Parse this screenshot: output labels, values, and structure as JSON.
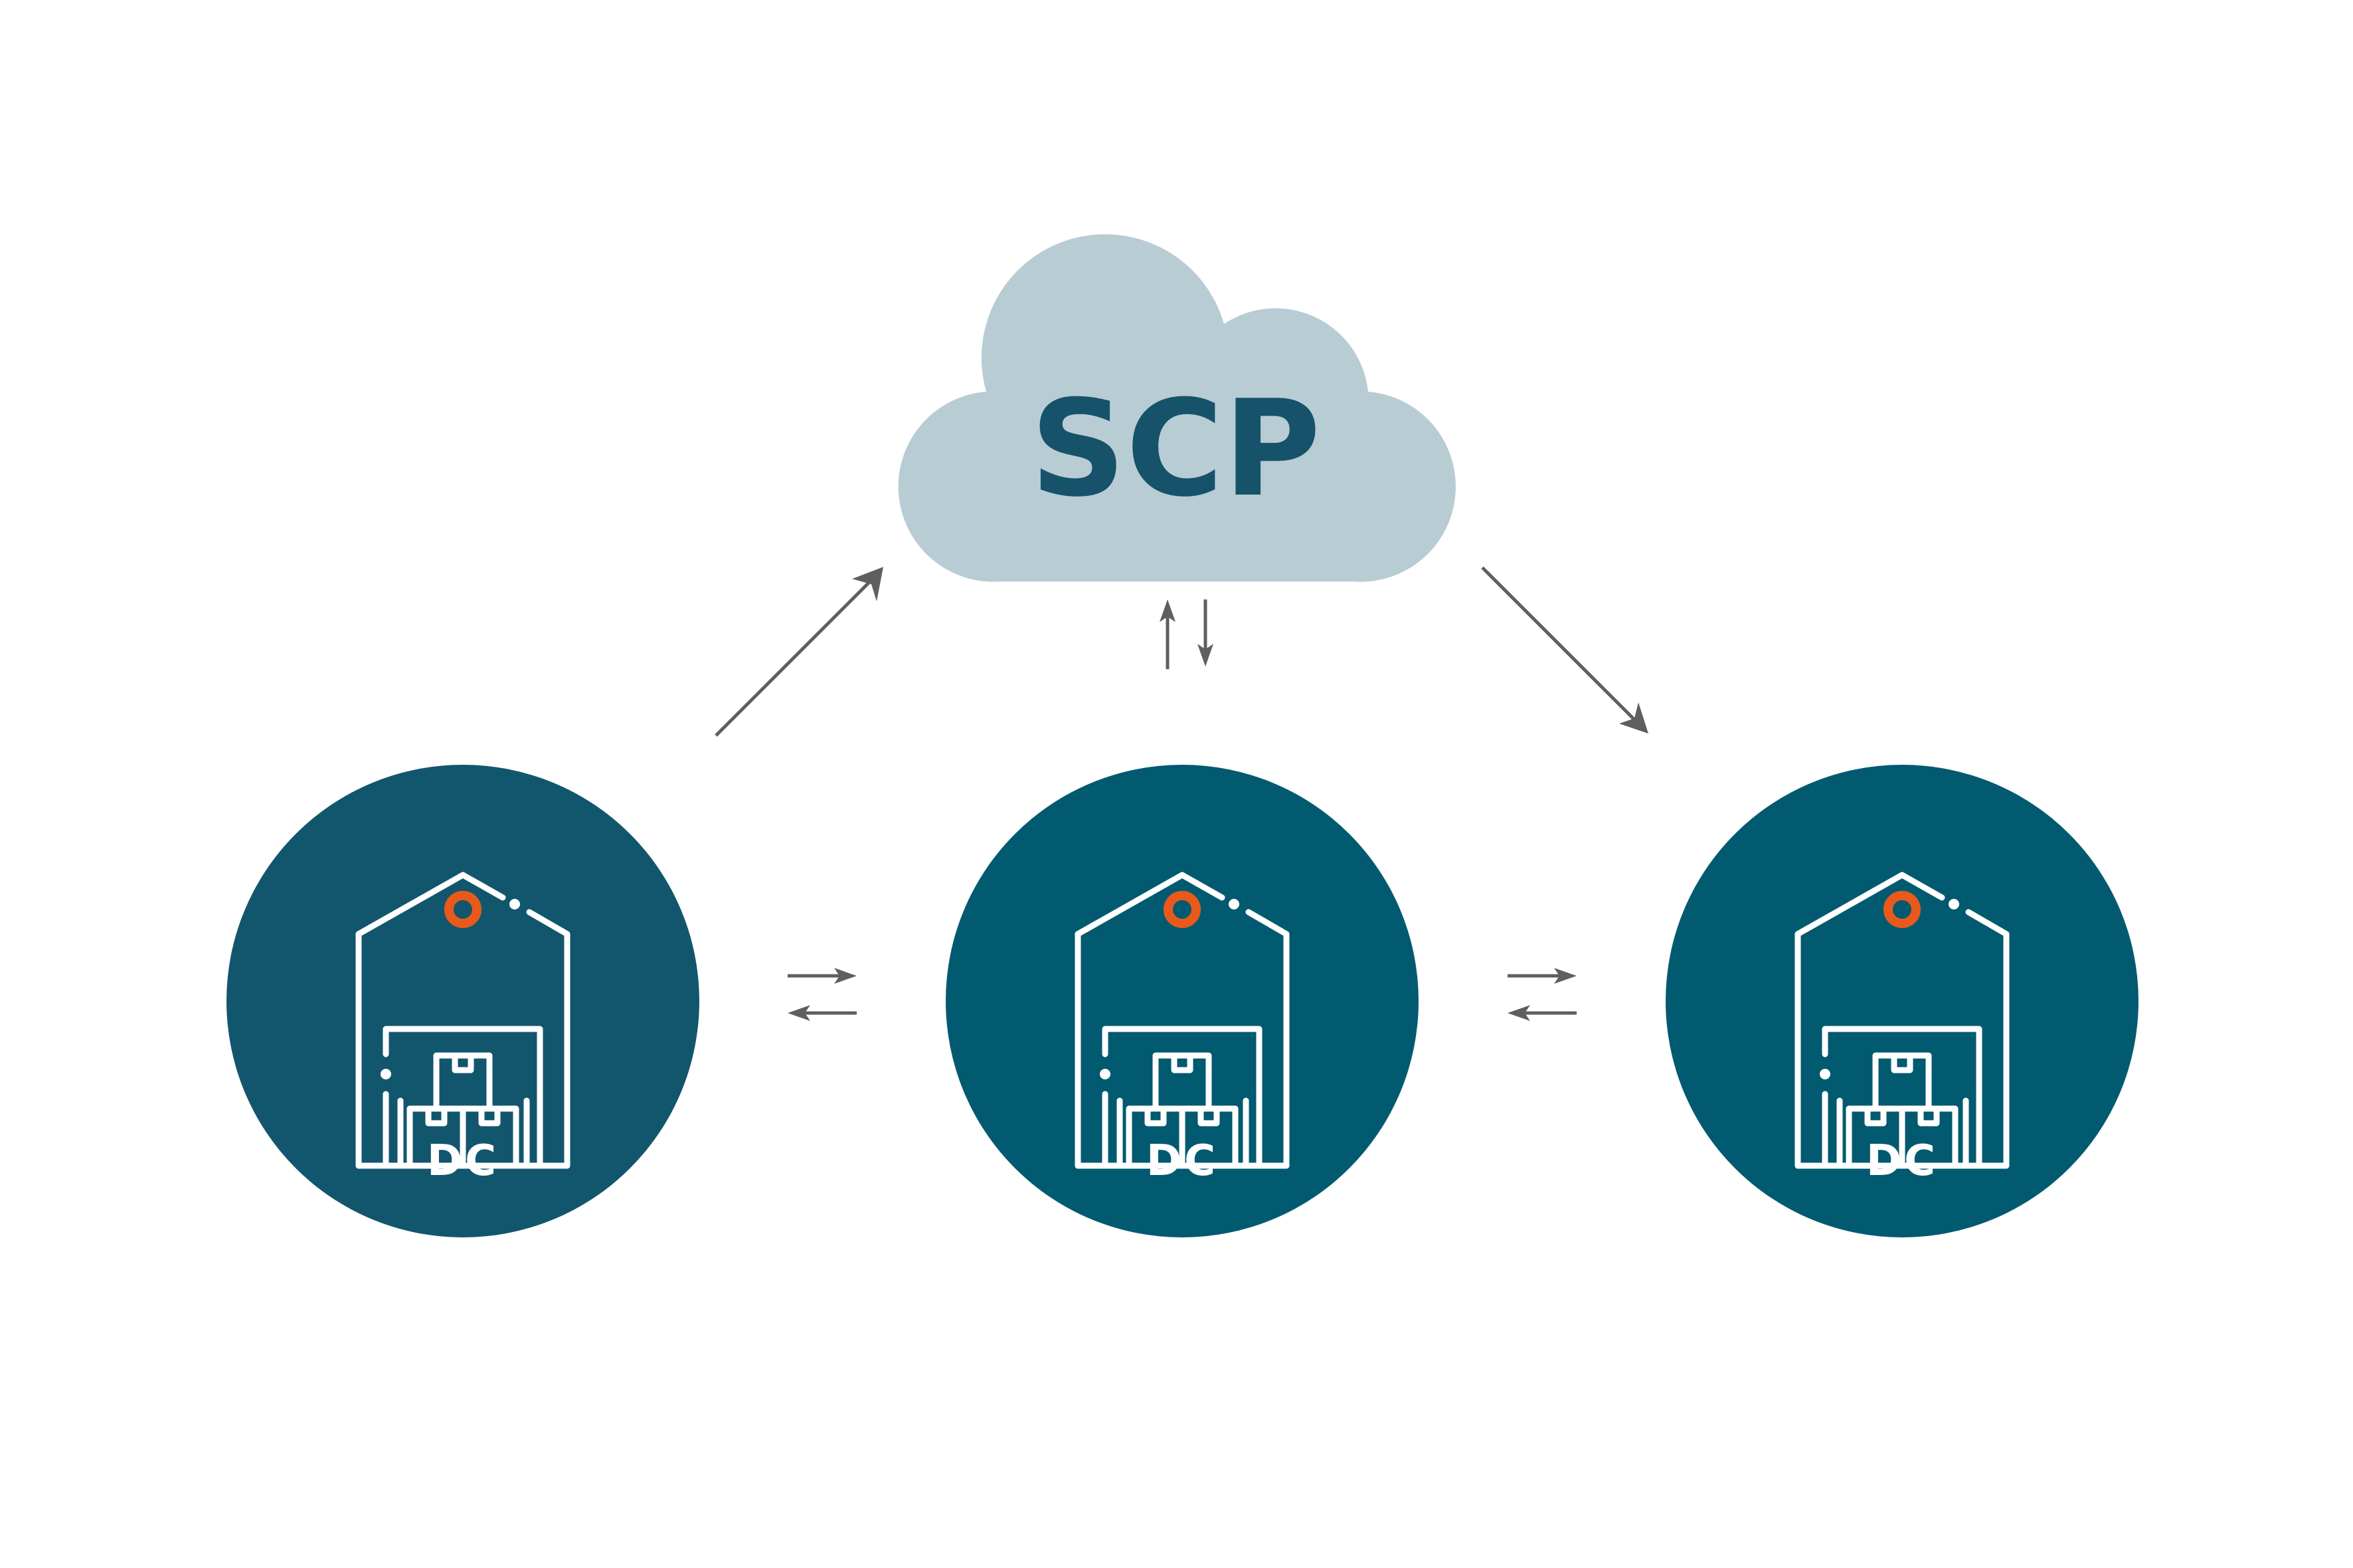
{
  "cloud": {
    "label": "SCP",
    "fill_color": "#b8ccd4",
    "text_color": "#16526a"
  },
  "nodes": [
    {
      "label": "DC",
      "fill_color": "#12566d"
    },
    {
      "label": "DC",
      "fill_color": "#025a70"
    },
    {
      "label": "DC",
      "fill_color": "#025a70"
    }
  ],
  "colors": {
    "icon_stroke": "#ffffff",
    "icon_accent": "#e85a1b",
    "arrow": "#5f5f5f",
    "label": "#ffffff"
  },
  "icons": {
    "node": "warehouse-icon",
    "accent": "ring-icon"
  }
}
